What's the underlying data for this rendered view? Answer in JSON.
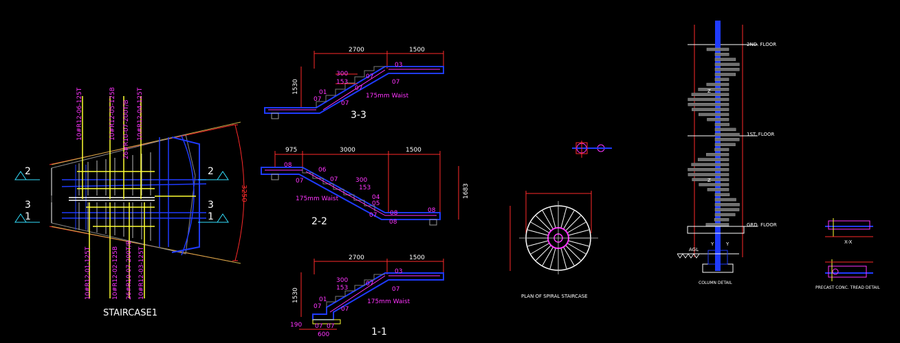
{
  "drawing": {
    "staircase1": {
      "title": "STAIRCASE1",
      "dim_width": "3250",
      "top_labels": [
        "10#R12-06-125T",
        "10#R12-05-125B",
        "26#R10-07-200T/B",
        "10#R12-04-125T"
      ],
      "bottom_labels": [
        "10#R12-01-125T",
        "10#R12-02-125B",
        "26#R10-07-200T/B",
        "10#R12-03-125T"
      ],
      "markers": {
        "left_top": "2",
        "left_mid": "3",
        "left_bot": "1",
        "right_top": "2",
        "right_mid": "3",
        "right_bot": "1"
      }
    },
    "section_33": {
      "title": "3-3",
      "dims": {
        "run": "2700",
        "landing": "1500",
        "height": "1530",
        "tread": "300",
        "riser": "153"
      },
      "waist": "175mm Waist",
      "bars": [
        "03",
        "07",
        "07",
        "01",
        "07",
        "07",
        "07"
      ]
    },
    "section_22": {
      "title": "2-2",
      "dims": {
        "start": "975",
        "run": "3000",
        "landing": "1500",
        "height": "1683",
        "tread": "300",
        "riser": "153"
      },
      "waist": "175mm Waist",
      "bars": [
        "08",
        "06",
        "07",
        "07",
        "04",
        "05",
        "08",
        "07",
        "08",
        "08"
      ]
    },
    "section_11": {
      "title": "1-1",
      "dims": {
        "run": "2700",
        "landing": "1500",
        "height": "1530",
        "tread": "300",
        "riser": "153",
        "base_w": "600",
        "base_h": "190"
      },
      "waist": "175mm Waist",
      "bars": [
        "03",
        "07",
        "07",
        "01",
        "07",
        "07",
        "07",
        "07"
      ]
    },
    "spiral": {
      "title": "PLAN OF SPIRAL STAIRCASE"
    },
    "column": {
      "title": "COLUMN DETAIL",
      "levels": [
        "2ND. FLOOR",
        "1ST. FLOOR",
        "GRD. FLOOR"
      ],
      "agl": "AGL",
      "marks": [
        "Z",
        "Z",
        "Y",
        "Y"
      ]
    },
    "tread": {
      "title": "PRECAST CONC. TREAD DETAIL",
      "section": "X-X"
    },
    "colors": {
      "background": "#000000",
      "red": "#ff2a2a",
      "magenta": "#ff33ff",
      "blue": "#1f3bff",
      "yellow": "#ffff33",
      "white": "#ffffff",
      "cyan": "#33e0ff",
      "grey": "#9a9a9a"
    }
  }
}
